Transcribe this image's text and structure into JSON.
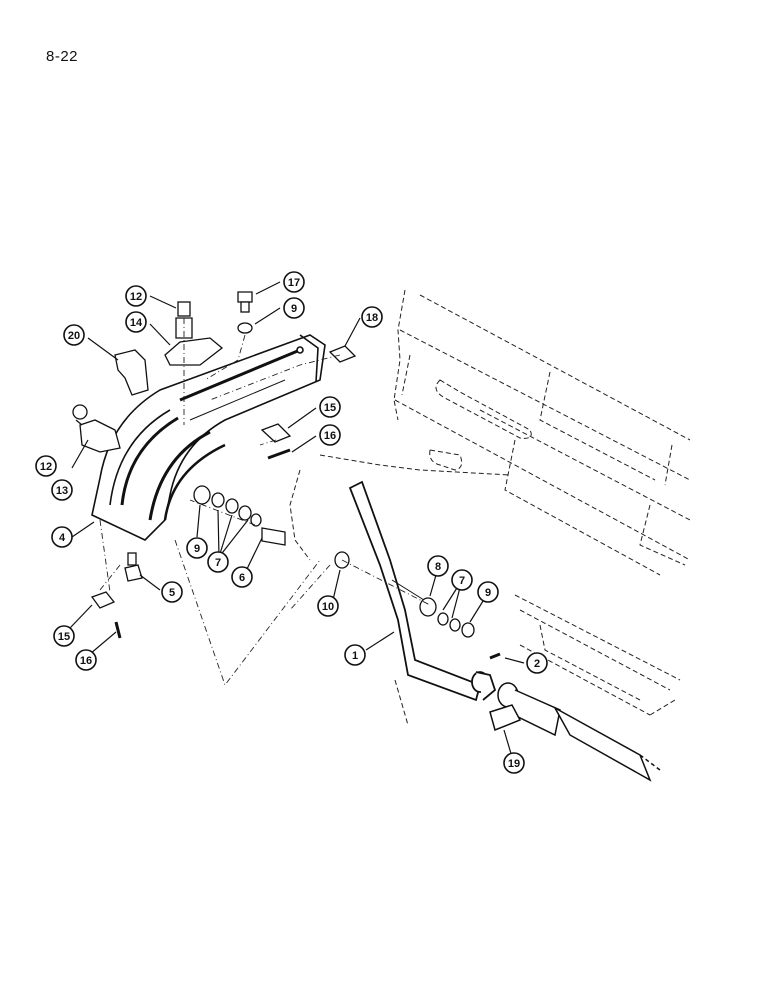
{
  "page": {
    "number": "8-22"
  },
  "callouts": [
    {
      "id": "c1",
      "label": "1"
    },
    {
      "id": "c2",
      "label": "2"
    },
    {
      "id": "c4",
      "label": "4"
    },
    {
      "id": "c5",
      "label": "5"
    },
    {
      "id": "c6",
      "label": "6"
    },
    {
      "id": "c7a",
      "label": "7"
    },
    {
      "id": "c7b",
      "label": "7"
    },
    {
      "id": "c8",
      "label": "8"
    },
    {
      "id": "c9a",
      "label": "9"
    },
    {
      "id": "c9b",
      "label": "9"
    },
    {
      "id": "c9c",
      "label": "9"
    },
    {
      "id": "c10",
      "label": "10"
    },
    {
      "id": "c12a",
      "label": "12"
    },
    {
      "id": "c12b",
      "label": "12"
    },
    {
      "id": "c13",
      "label": "13"
    },
    {
      "id": "c14",
      "label": "14"
    },
    {
      "id": "c15a",
      "label": "15"
    },
    {
      "id": "c15b",
      "label": "15"
    },
    {
      "id": "c16a",
      "label": "16"
    },
    {
      "id": "c16b",
      "label": "16"
    },
    {
      "id": "c17",
      "label": "17"
    },
    {
      "id": "c18",
      "label": "18"
    },
    {
      "id": "c19",
      "label": "19"
    },
    {
      "id": "c20",
      "label": "20"
    }
  ]
}
